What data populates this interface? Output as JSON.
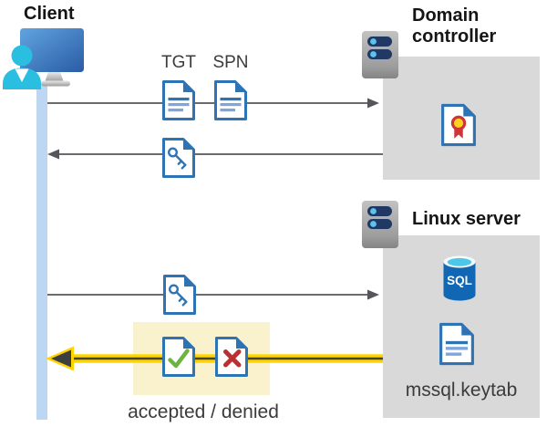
{
  "client": {
    "label": "Client"
  },
  "domain_controller": {
    "label_line1": "Domain",
    "label_line2": "controller"
  },
  "linux_server": {
    "label": "Linux server",
    "database_label": "SQL",
    "keytab_label": "mssql.keytab"
  },
  "tickets": {
    "tgt": "TGT",
    "spn": "SPN"
  },
  "result": {
    "label": "accepted / denied"
  },
  "icons": {
    "client": "person-at-monitor",
    "domain_controller": "server-tower",
    "linux_server": "server-tower",
    "tgt": "document",
    "spn": "document",
    "service_ticket": "document-key",
    "certificate": "document-certificate",
    "database": "sql-database-cylinder",
    "keytab": "document",
    "accepted": "document-check",
    "denied": "document-x"
  },
  "colors": {
    "document_blue": "#2E74B5",
    "document_line_light": "#7CA6DC",
    "arrow_gray": "#55565A",
    "timeline_blue": "#BDD7F2",
    "panel_gray": "#D9D9D9",
    "highlight_cream": "#FAF2CC",
    "accent_yellow": "#FFD400",
    "check_green": "#6CB33F",
    "cross_red": "#BE2F34",
    "person_cyan": "#2ABFE1"
  }
}
